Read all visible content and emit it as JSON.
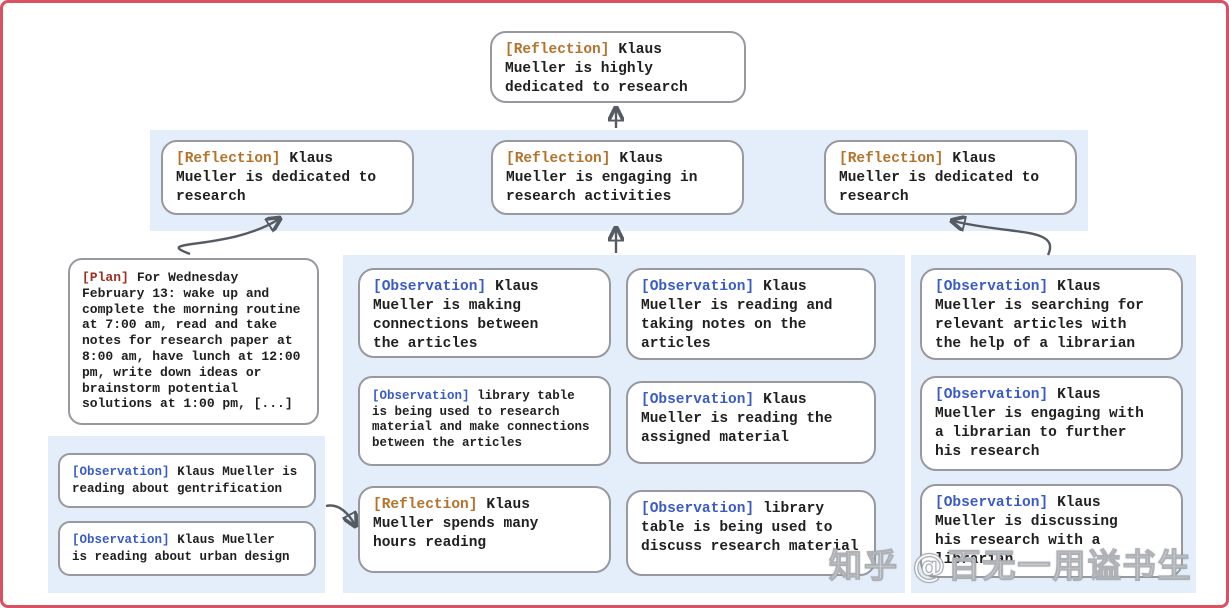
{
  "colors": {
    "frame_border": "#d95262",
    "panel_background": "#e4eefa",
    "node_border": "#97999e",
    "node_background": "#ffffff",
    "text": "#202020",
    "reflection_tag": "#b5722b",
    "observation_tag": "#3a5bc7",
    "plan_tag": "#9d2f23",
    "arrow": "#565b63"
  },
  "watermark": "知乎 @百无一用谥书生",
  "nodes": {
    "root": {
      "tag": "[Reflection]",
      "text": "Klaus\nMueller is highly\ndedicated to research"
    },
    "row2_left": {
      "tag": "[Reflection]",
      "text": "Klaus\nMueller is dedicated to\nresearch"
    },
    "row2_mid": {
      "tag": "[Reflection]",
      "text": "Klaus\nMueller is engaging in\nresearch activities"
    },
    "row2_right": {
      "tag": "[Reflection]",
      "text": "Klaus\nMueller is dedicated to\nresearch"
    },
    "plan": {
      "tag": "[Plan]",
      "text": "For Wednesday\nFebruary 13: wake up and\ncomplete the morning routine\nat 7:00 am, read and take\nnotes for research paper at\n8:00 am, have lunch at 12:00\npm, write down ideas or\nbrainstorm potential\nsolutions at 1:00 pm, [...]"
    },
    "obs_gentrification": {
      "tag": "[Observation]",
      "text": "Klaus Mueller is\nreading about gentrification"
    },
    "obs_urban_design": {
      "tag": "[Observation]",
      "text": "Klaus Mueller\nis reading about urban design"
    },
    "mid_a1": {
      "tag": "[Observation]",
      "text": "Klaus\nMueller is making\nconnections between\nthe articles"
    },
    "mid_a2": {
      "tag": "[Observation]",
      "text": "library table\nis being used to research\nmaterial and make connections\nbetween the articles"
    },
    "mid_a3": {
      "tag": "[Reflection]",
      "text": "Klaus\nMueller spends many\nhours reading"
    },
    "mid_b1": {
      "tag": "[Observation]",
      "text": "Klaus\nMueller is reading and\ntaking notes on the\narticles"
    },
    "mid_b2": {
      "tag": "[Observation]",
      "text": "Klaus\nMueller is reading the\nassigned material"
    },
    "mid_b3": {
      "tag": "[Observation]",
      "text": "library\ntable is being used to\ndiscuss research material"
    },
    "right_1": {
      "tag": "[Observation]",
      "text": "Klaus\nMueller is searching for\nrelevant articles with\nthe help of a librarian"
    },
    "right_2": {
      "tag": "[Observation]",
      "text": "Klaus\nMueller is engaging with\na librarian to further\nhis research"
    },
    "right_3": {
      "tag": "[Observation]",
      "text": "Klaus\nMueller is discussing\nhis research with a\nlibrarian"
    }
  }
}
